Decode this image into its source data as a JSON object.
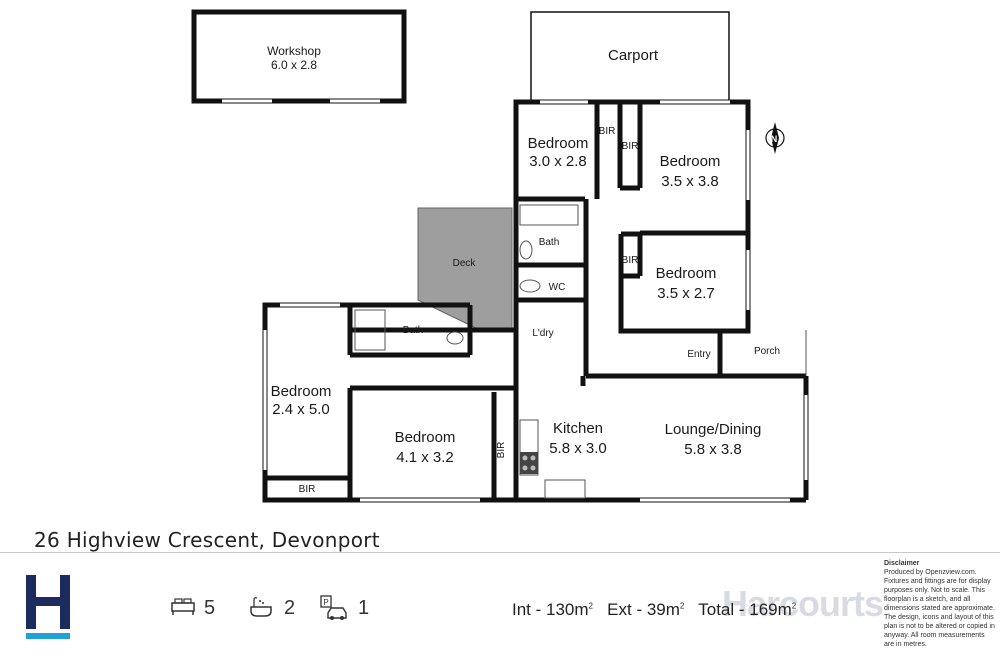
{
  "plan": {
    "rooms": {
      "workshop": {
        "name": "Workshop",
        "size": "6.0 x 2.8"
      },
      "carport": {
        "name": "Carport"
      },
      "bed_top": {
        "name": "Bedroom",
        "size": "3.0 x 2.8"
      },
      "bed_right1": {
        "name": "Bedroom",
        "size": "3.5 x 3.8"
      },
      "bed_right2": {
        "name": "Bedroom",
        "size": "3.5 x 2.7"
      },
      "bed_left": {
        "name": "Bedroom",
        "size": "2.4 x 5.0"
      },
      "bed_mid": {
        "name": "Bedroom",
        "size": "4.1 x 3.2"
      },
      "kitchen": {
        "name": "Kitchen",
        "size": "5.8 x 3.0"
      },
      "lounge": {
        "name": "Lounge/Dining",
        "size": "5.8 x 3.8"
      },
      "deck": "Deck",
      "bath1": "Bath",
      "bath2": "Bath",
      "wc": "WC",
      "laundry": "L'dry",
      "entry": "Entry",
      "porch": "Porch",
      "bir": "BIR"
    },
    "compass": "N"
  },
  "address": "26 Highview Crescent, Devonport",
  "stats": {
    "beds": "5",
    "baths": "2",
    "parking": "1"
  },
  "area": {
    "int_label": "Int - 130m",
    "ext_label": "Ext - 39m",
    "total_label": "Total - 169m",
    "sup": "2"
  },
  "watermark": "Harcourts",
  "disclaimer": {
    "title": "Disclaimer",
    "body": "Produced by Openzview.com. Fixtures and fittings are for display purposes only. Not to scale. This floorplan is a sketch, and all dimensions stated are approximate. The design, icons and layout of this plan is not to be altered or copied in anyway. All room measurements are in metres."
  },
  "colors": {
    "brand_navy": "#1d2c5e",
    "brand_cyan": "#1fa2d8",
    "deck": "#9e9e9e",
    "wall": "#111111"
  }
}
